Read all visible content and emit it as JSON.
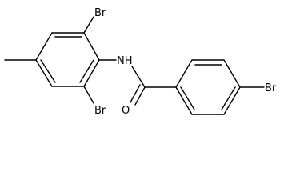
{
  "molecule": {
    "atoms": {
      "br_top": "Br",
      "br_bottom": "Br",
      "br_para": "Br",
      "nh": "NH",
      "o": "O"
    }
  }
}
